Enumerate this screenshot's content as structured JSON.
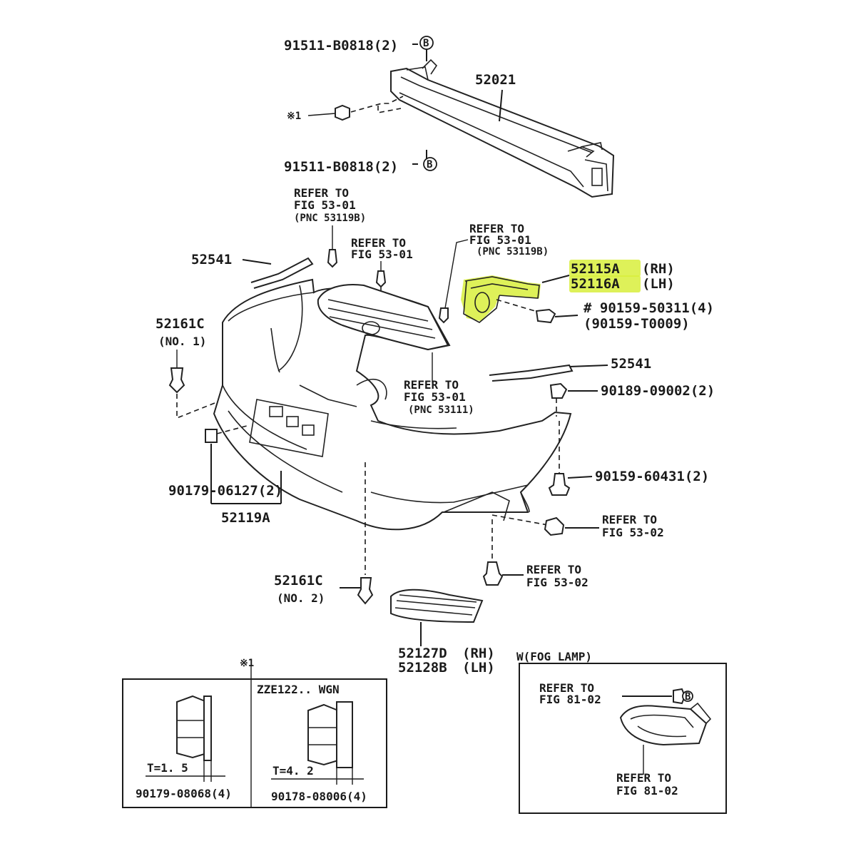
{
  "colors": {
    "ink": "#1a1a1a",
    "highlight": "#d8ef3c",
    "background": "#ffffff"
  },
  "labels": {
    "bolt_top": "91511-B0818(2)",
    "circle_b_top": "B",
    "reinforcement": "52021",
    "note_ref_left": "※1",
    "bolt_lower": "91511-B0818(2)",
    "circle_b_lower": "B",
    "refer_grille_l1": "REFER TO",
    "refer_grille_l2": "FIG 53-01",
    "refer_grille_l3": "(PNC 53119B)",
    "refer_center_l1": "REFER TO",
    "refer_center_l2": "FIG 53-01",
    "refer_right_l1": "REFER TO",
    "refer_right_l2": "FIG 53-01",
    "refer_right_l3": "(PNC 53119B)",
    "retainer_rh": "52115A",
    "retainer_rh_side": "(RH)",
    "retainer_lh": "52116A",
    "retainer_lh_side": "(LH)",
    "screw_1": "# 90159-50311(4)",
    "screw_2": "(90159-T0009)",
    "moulding_left": "52541",
    "clip_no1_num": "52161C",
    "clip_no1_sub": "(NO. 1)",
    "moulding_right": "52541",
    "refer_bottom_grille_l1": "REFER TO",
    "refer_bottom_grille_l2": "FIG 53-01",
    "refer_bottom_grille_l3": "(PNC 53111)",
    "nut_90189": "90189-09002(2)",
    "screw_90159": "90159-60431(2)",
    "nut_90179": "90179-06127(2)",
    "cover": "52119A",
    "refer_532_a_l1": "REFER TO",
    "refer_532_a_l2": "FIG 53-02",
    "refer_532_b_l1": "REFER TO",
    "refer_532_b_l2": "FIG 53-02",
    "clip_no2_num": "52161C",
    "clip_no2_sub": "(NO. 2)",
    "fog_cover_rh": "52127D",
    "fog_cover_rh_side": "(RH)",
    "fog_cover_lh": "52128B",
    "fog_cover_lh_side": "(LH)",
    "inset_note": "※1",
    "inset_variant": "ZZE122.. WGN",
    "inset_t1": "T=1. 5",
    "inset_t2": "T=4. 2",
    "inset_part1": "90179-08068(4)",
    "inset_part2": "90178-08006(4)",
    "fog_title": "W(FOG LAMP)",
    "fog_ref_top_l1": "REFER TO",
    "fog_ref_top_l2": "FIG 81-02",
    "fog_ref_bot_l1": "REFER TO",
    "fog_ref_bot_l2": "FIG 81-02",
    "fog_circle": "B"
  }
}
